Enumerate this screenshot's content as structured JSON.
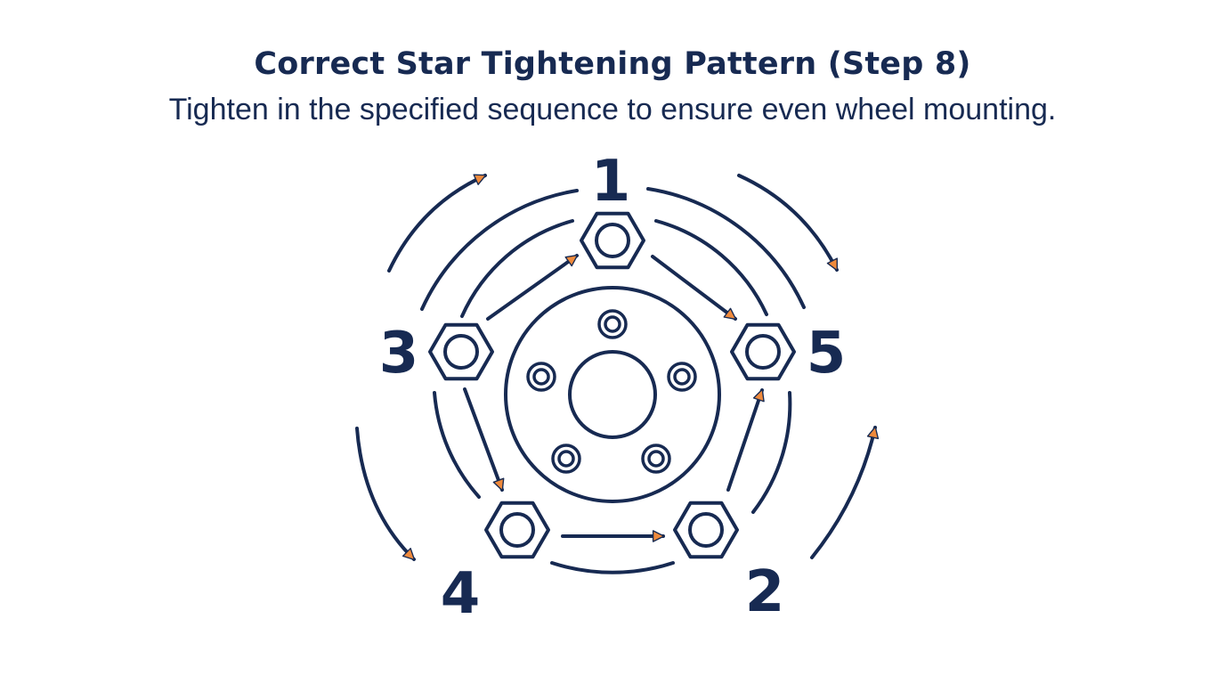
{
  "header": {
    "title": "Correct Star Tightening Pattern (Step 8)",
    "subtitle": "Tighten in the specified sequence to ensure even wheel mounting."
  },
  "sequence": {
    "labels": [
      "1",
      "2",
      "3",
      "4",
      "5"
    ]
  },
  "colors": {
    "primary": "#172a52",
    "accent": "#ef8a3c",
    "background": "#ffffff"
  },
  "icons": [
    "hex-nut-icon",
    "wheel-hub-icon",
    "stud-hole-icon",
    "arrow-icon"
  ]
}
